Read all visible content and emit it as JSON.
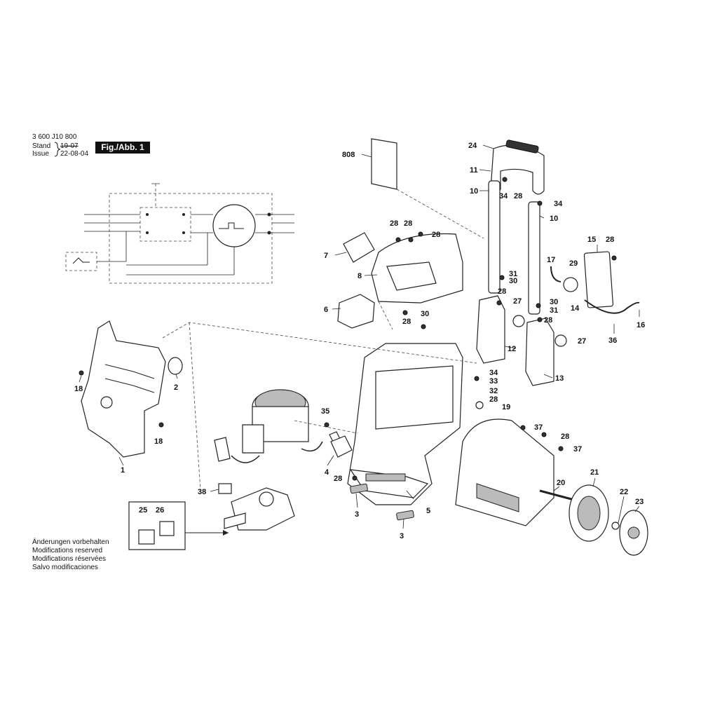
{
  "header": {
    "doc_number": "3 600 J10 800",
    "stand_label": "Stand",
    "stand_old": "19-07",
    "issue_label": "Issue",
    "issue_date": "22-08-04",
    "figure_label": "Fig./Abb. 1"
  },
  "footer_notes": [
    "Änderungen vorbehalten",
    "Modifications reserved",
    "Modifications réservées",
    "Salvo modificaciones"
  ],
  "callouts": [
    {
      "id": "808",
      "label": "808"
    },
    {
      "id": "24",
      "label": "24"
    },
    {
      "id": "11",
      "label": "11"
    },
    {
      "id": "10a",
      "label": "10"
    },
    {
      "id": "34a",
      "label": "34"
    },
    {
      "id": "28a",
      "label": "28"
    },
    {
      "id": "34b",
      "label": "34"
    },
    {
      "id": "10b",
      "label": "10"
    },
    {
      "id": "28b",
      "label": "28"
    },
    {
      "id": "28c",
      "label": "28"
    },
    {
      "id": "28d",
      "label": "28"
    },
    {
      "id": "7",
      "label": "7"
    },
    {
      "id": "8",
      "label": "8"
    },
    {
      "id": "31a",
      "label": "31"
    },
    {
      "id": "30a",
      "label": "30"
    },
    {
      "id": "28e",
      "label": "28"
    },
    {
      "id": "17",
      "label": "17"
    },
    {
      "id": "29",
      "label": "29"
    },
    {
      "id": "15",
      "label": "15"
    },
    {
      "id": "28f",
      "label": "28"
    },
    {
      "id": "27a",
      "label": "27"
    },
    {
      "id": "30b",
      "label": "30"
    },
    {
      "id": "31b",
      "label": "31"
    },
    {
      "id": "14",
      "label": "14"
    },
    {
      "id": "16",
      "label": "16"
    },
    {
      "id": "6",
      "label": "6"
    },
    {
      "id": "28g",
      "label": "28"
    },
    {
      "id": "30c",
      "label": "30"
    },
    {
      "id": "28h",
      "label": "28"
    },
    {
      "id": "27b",
      "label": "27"
    },
    {
      "id": "36",
      "label": "36"
    },
    {
      "id": "12",
      "label": "12"
    },
    {
      "id": "34c",
      "label": "34"
    },
    {
      "id": "33",
      "label": "33"
    },
    {
      "id": "13",
      "label": "13"
    },
    {
      "id": "32",
      "label": "32"
    },
    {
      "id": "28i",
      "label": "28"
    },
    {
      "id": "18a",
      "label": "18"
    },
    {
      "id": "2",
      "label": "2"
    },
    {
      "id": "19",
      "label": "19"
    },
    {
      "id": "35",
      "label": "35"
    },
    {
      "id": "37a",
      "label": "37"
    },
    {
      "id": "28j",
      "label": "28"
    },
    {
      "id": "18b",
      "label": "18"
    },
    {
      "id": "37b",
      "label": "37"
    },
    {
      "id": "1",
      "label": "1"
    },
    {
      "id": "4",
      "label": "4"
    },
    {
      "id": "21",
      "label": "21"
    },
    {
      "id": "28k",
      "label": "28"
    },
    {
      "id": "20",
      "label": "20"
    },
    {
      "id": "38",
      "label": "38"
    },
    {
      "id": "22",
      "label": "22"
    },
    {
      "id": "23",
      "label": "23"
    },
    {
      "id": "25",
      "label": "25"
    },
    {
      "id": "26",
      "label": "26"
    },
    {
      "id": "5",
      "label": "5"
    },
    {
      "id": "3a",
      "label": "3"
    },
    {
      "id": "3b",
      "label": "3"
    }
  ]
}
